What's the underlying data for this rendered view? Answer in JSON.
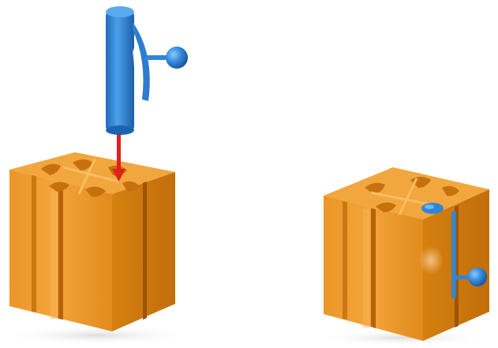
{
  "figure": {
    "left_panel": {
      "object": "blue-peg-connector",
      "action": "insert-downward",
      "block": "orange-four-slot-block"
    },
    "right_panel": {
      "object": "blue-peg-connector",
      "state": "inserted",
      "block": "orange-four-slot-block"
    }
  },
  "colors": {
    "background": "#ffffff",
    "block_face": "#e7901d",
    "block_face_dark": "#c9720e",
    "block_face_light": "#f2a53a",
    "block_top": "#f3aa46",
    "block_top_shade": "#dc8519",
    "peg_blue": "#2f86d8",
    "peg_blue_dark": "#1d64b0",
    "peg_blue_light": "#5aa9ee",
    "arrow_red": "#e0201d",
    "shadow": "#d7d7d7"
  },
  "icons": {
    "connector": "peg-connector-icon",
    "arrow": "arrow-down-icon"
  }
}
